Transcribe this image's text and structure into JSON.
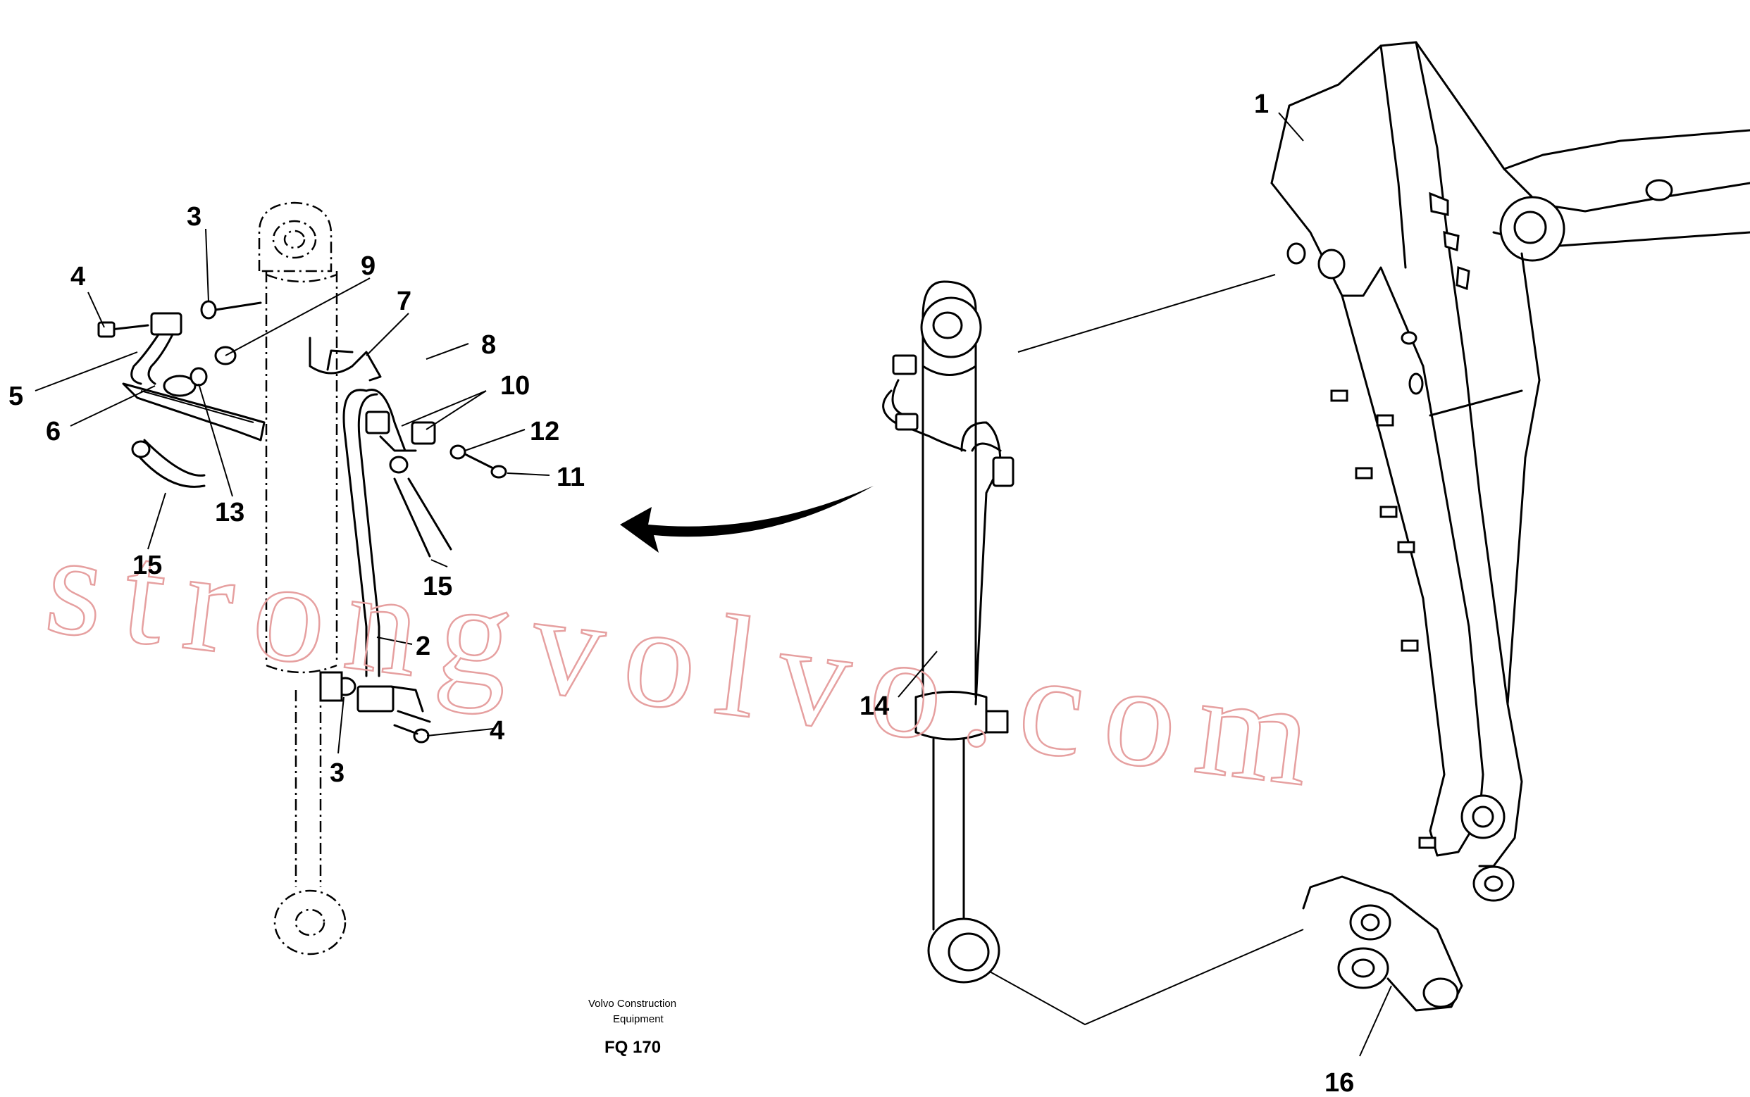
{
  "callouts": [
    {
      "id": "c3a",
      "text": "3"
    },
    {
      "id": "c4a",
      "text": "4"
    },
    {
      "id": "c9",
      "text": "9"
    },
    {
      "id": "c7",
      "text": "7"
    },
    {
      "id": "c8",
      "text": "8"
    },
    {
      "id": "c10",
      "text": "10"
    },
    {
      "id": "c5",
      "text": "5"
    },
    {
      "id": "c6",
      "text": "6"
    },
    {
      "id": "c12",
      "text": "12"
    },
    {
      "id": "c11",
      "text": "11"
    },
    {
      "id": "c13",
      "text": "13"
    },
    {
      "id": "c15a",
      "text": "15"
    },
    {
      "id": "c15b",
      "text": "15"
    },
    {
      "id": "c2",
      "text": "2"
    },
    {
      "id": "c4b",
      "text": "4"
    },
    {
      "id": "c3b",
      "text": "3"
    },
    {
      "id": "c1",
      "text": "1"
    },
    {
      "id": "c14",
      "text": "14"
    },
    {
      "id": "c16",
      "text": "16"
    }
  ],
  "footer": {
    "company_line1": "Volvo Construction",
    "company_line2": "Equipment",
    "code": "FQ 170"
  },
  "watermark": "strongvolvo.com"
}
